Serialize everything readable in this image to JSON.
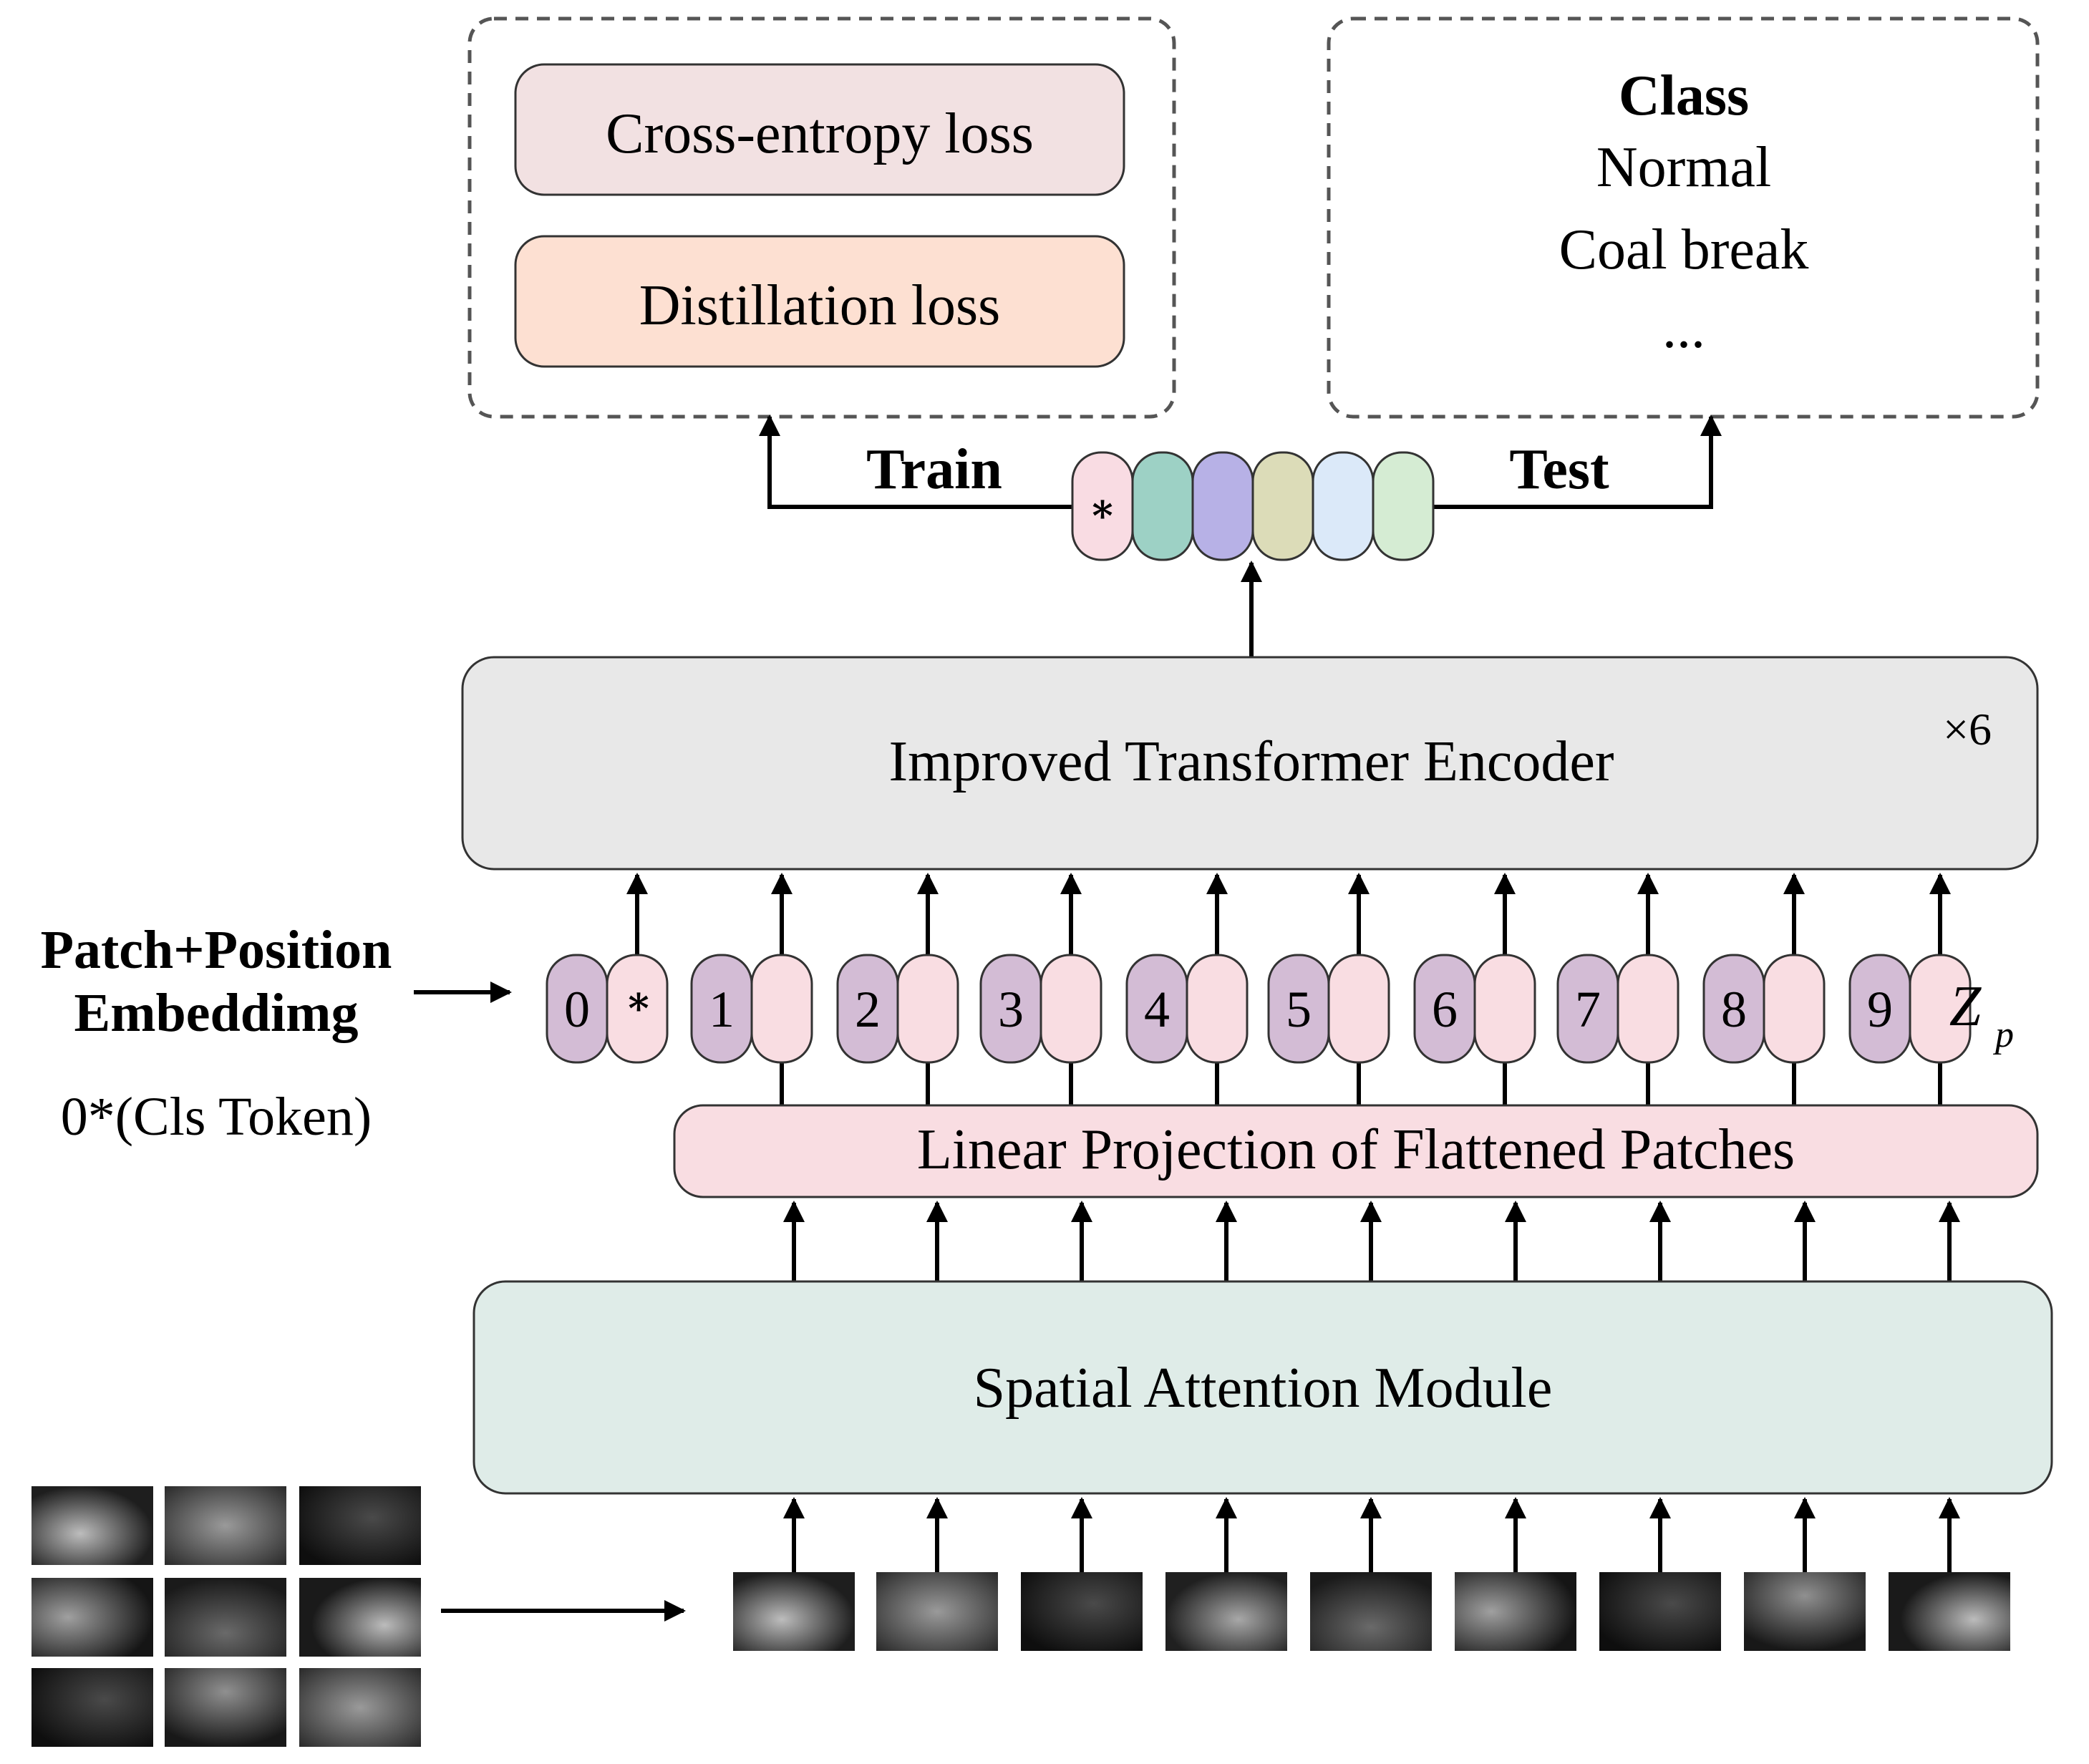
{
  "train_box": {
    "cross_entropy_label": "Cross-entropy loss",
    "distillation_label": "Distillation loss"
  },
  "test_box": {
    "class_title": "Class",
    "classes": [
      "Normal",
      "Coal break",
      "..."
    ]
  },
  "branch": {
    "train_label": "Train",
    "test_label": "Test"
  },
  "output_tokens": {
    "cls_symbol": "*",
    "colors": [
      "#f9dce3",
      "#9dd1c5",
      "#b7b1e6",
      "#dcdcb8",
      "#dbe9f9",
      "#d5ecd3"
    ]
  },
  "encoder": {
    "label": "Improved Transformer Encoder",
    "repeat": "×6"
  },
  "embedding": {
    "title_line1": "Patch+Position",
    "title_line2": "Embeddimg",
    "cls_note": "0*(Cls Token)",
    "indices": [
      "0",
      "1",
      "2",
      "3",
      "4",
      "5",
      "6",
      "7",
      "8",
      "9"
    ],
    "cls_symbol": "*",
    "z_label": "Z",
    "z_sub": "p"
  },
  "linear_projection": {
    "label": "Linear Projection of Flattened Patches"
  },
  "spatial_attention": {
    "label": "Spatial Attention Module"
  },
  "colors": {
    "position_token": "#d3bcd5",
    "patch_token": "#f9dde2",
    "encoder_fill": "#e8e8e8",
    "projection_fill": "#f9dde2",
    "attention_fill": "#dfece8",
    "cross_entropy_fill": "#f2e1e2",
    "distillation_fill": "#fde0d2"
  }
}
